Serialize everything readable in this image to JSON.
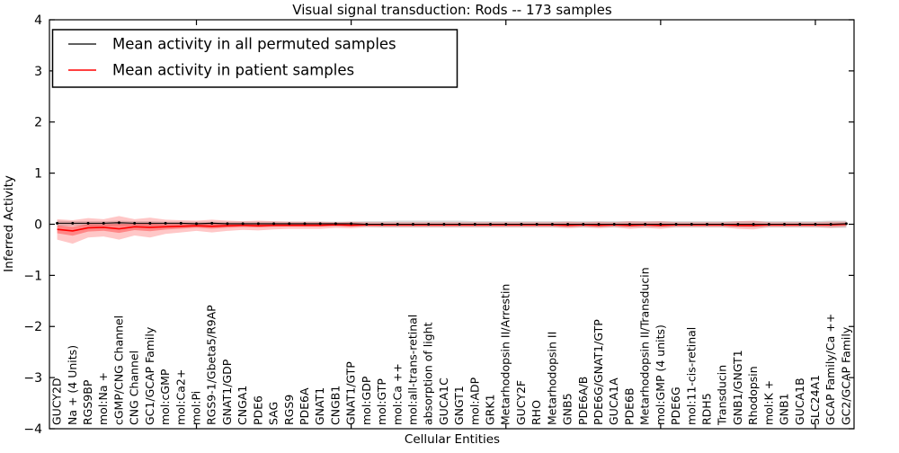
{
  "title": "Visual signal transduction: Rods -- 173 samples",
  "axes": {
    "ylabel": "Inferred Activity",
    "xlabel": "Cellular Entities",
    "yticks": [
      4,
      3,
      2,
      1,
      0,
      -1,
      -2,
      -3,
      -4
    ],
    "ylim": [
      -4,
      4
    ]
  },
  "legend": {
    "position": "upper left",
    "entries": [
      {
        "label": "Mean activity in all permuted samples",
        "color": "#000000"
      },
      {
        "label": "Mean activity in patient samples",
        "color": "#ff0000"
      }
    ]
  },
  "chart_data": {
    "type": "line",
    "title": "Visual signal transduction: Rods -- 173 samples",
    "xlabel": "Cellular Entities",
    "ylabel": "Inferred Activity",
    "ylim": [
      -4,
      4
    ],
    "grid": false,
    "legend_position": "upper left",
    "categories": [
      "GUCY2D",
      "Na + (4 Units)",
      "RGS9BP",
      "mol:Na +",
      "cGMP/CNG Channel",
      "CNG Channel",
      "GC1/GCAP Family",
      "mol:cGMP",
      "mol:Ca2+",
      "mol:Pi",
      "RGS9-1/Gbeta5/R9AP",
      "GNAT1/GDP",
      "CNGA1",
      "PDE6",
      "SAG",
      "RGS9",
      "PDE6A",
      "GNAT1",
      "CNGB1",
      "GNAT1/GTP",
      "mol:GDP",
      "mol:GTP",
      "mol:Ca ++",
      "mol:all-trans-retinal",
      "absorption of light",
      "GUCA1C",
      "GNGT1",
      "mol:ADP",
      "GRK1",
      "Metarhodopsin II/Arrestin",
      "GUCY2F",
      "RHO",
      "Metarhodopsin II",
      "GNB5",
      "PDE6A/B",
      "PDE6G/GNAT1/GTP",
      "GUCA1A",
      "PDE6B",
      "Metarhodopsin II/Transducin",
      "mol:GMP (4 units)",
      "PDE6G",
      "mol:11-cis-retinal",
      "RDH5",
      "Transducin",
      "GNB1/GNGT1",
      "Rhodopsin",
      "mol:K +",
      "GNB1",
      "GUCA1B",
      "SLC24A1",
      "GCAP Family/Ca ++",
      "GC2/GCAP Family"
    ],
    "series": [
      {
        "name": "Mean activity in all permuted samples",
        "color": "#000000",
        "band_color": "#aaaaaa",
        "marker": "dot",
        "values": [
          0.02,
          0.02,
          0.02,
          0.02,
          0.03,
          0.02,
          0.02,
          0.02,
          0.02,
          0.01,
          0.02,
          0.01,
          0.01,
          0.01,
          0.01,
          0.01,
          0.01,
          0.01,
          0.01,
          0.01,
          0,
          0,
          0,
          0,
          0,
          0,
          0,
          0,
          0,
          0,
          0,
          0,
          0,
          0,
          0,
          0,
          0,
          0,
          0,
          0,
          0,
          0,
          0,
          0,
          0,
          0,
          0,
          0,
          0,
          0,
          0,
          0.01
        ],
        "band_upper": [
          0.07,
          0.06,
          0.06,
          0.06,
          0.07,
          0.06,
          0.06,
          0.05,
          0.05,
          0.05,
          0.05,
          0.05,
          0.05,
          0.05,
          0.05,
          0.05,
          0.05,
          0.05,
          0.05,
          0.05,
          0.06,
          0.06,
          0.07,
          0.07,
          0.07,
          0.07,
          0.07,
          0.06,
          0.06,
          0.06,
          0.06,
          0.06,
          0.06,
          0.06,
          0.06,
          0.06,
          0.06,
          0.06,
          0.06,
          0.06,
          0.06,
          0.06,
          0.06,
          0.06,
          0.06,
          0.06,
          0.06,
          0.06,
          0.06,
          0.06,
          0.07,
          0.07
        ],
        "band_lower": [
          -0.04,
          -0.03,
          -0.03,
          -0.03,
          -0.02,
          -0.02,
          -0.03,
          -0.02,
          -0.02,
          -0.03,
          -0.02,
          -0.03,
          -0.03,
          -0.03,
          -0.03,
          -0.03,
          -0.03,
          -0.03,
          -0.04,
          -0.04,
          -0.05,
          -0.06,
          -0.06,
          -0.06,
          -0.06,
          -0.06,
          -0.06,
          -0.06,
          -0.06,
          -0.06,
          -0.06,
          -0.06,
          -0.06,
          -0.06,
          -0.06,
          -0.06,
          -0.06,
          -0.06,
          -0.06,
          -0.06,
          -0.06,
          -0.06,
          -0.06,
          -0.06,
          -0.06,
          -0.06,
          -0.06,
          -0.06,
          -0.06,
          -0.06,
          -0.07,
          -0.07
        ]
      },
      {
        "name": "Mean activity in patient samples",
        "color": "#ff0000",
        "band_color": "#ff0000",
        "marker": "none",
        "values": [
          -0.1,
          -0.13,
          -0.07,
          -0.06,
          -0.09,
          -0.05,
          -0.06,
          -0.05,
          -0.04,
          -0.03,
          -0.04,
          -0.03,
          -0.02,
          -0.03,
          -0.02,
          -0.02,
          -0.02,
          -0.02,
          -0.01,
          -0.02,
          -0.01,
          -0.01,
          -0.01,
          -0.01,
          -0.01,
          -0.01,
          -0.01,
          -0.01,
          -0.01,
          -0.01,
          -0.01,
          -0.01,
          -0.01,
          -0.02,
          -0.01,
          -0.02,
          -0.01,
          -0.02,
          -0.01,
          -0.02,
          -0.01,
          -0.01,
          -0.01,
          -0.01,
          -0.02,
          -0.02,
          -0.01,
          -0.01,
          -0.01,
          -0.01,
          -0.01,
          0
        ],
        "band_upper": [
          0.1,
          0.08,
          0.12,
          0.1,
          0.16,
          0.1,
          0.13,
          0.09,
          0.08,
          0.07,
          0.09,
          0.07,
          0.06,
          0.07,
          0.06,
          0.05,
          0.05,
          0.05,
          0.04,
          0.05,
          0.04,
          0.04,
          0.04,
          0.04,
          0.04,
          0.04,
          0.04,
          0.04,
          0.04,
          0.04,
          0.04,
          0.04,
          0.04,
          0.05,
          0.04,
          0.05,
          0.04,
          0.06,
          0.05,
          0.06,
          0.04,
          0.04,
          0.04,
          0.04,
          0.06,
          0.07,
          0.04,
          0.04,
          0.04,
          0.04,
          0.05,
          0.05
        ],
        "band_lower": [
          -0.3,
          -0.38,
          -0.26,
          -0.24,
          -0.3,
          -0.22,
          -0.26,
          -0.19,
          -0.16,
          -0.13,
          -0.16,
          -0.13,
          -0.11,
          -0.12,
          -0.1,
          -0.09,
          -0.09,
          -0.09,
          -0.07,
          -0.08,
          -0.06,
          -0.06,
          -0.06,
          -0.06,
          -0.06,
          -0.06,
          -0.06,
          -0.06,
          -0.06,
          -0.06,
          -0.06,
          -0.06,
          -0.06,
          -0.08,
          -0.06,
          -0.08,
          -0.06,
          -0.09,
          -0.07,
          -0.09,
          -0.06,
          -0.06,
          -0.06,
          -0.06,
          -0.09,
          -0.1,
          -0.06,
          -0.06,
          -0.06,
          -0.06,
          -0.07,
          -0.05
        ]
      }
    ]
  }
}
